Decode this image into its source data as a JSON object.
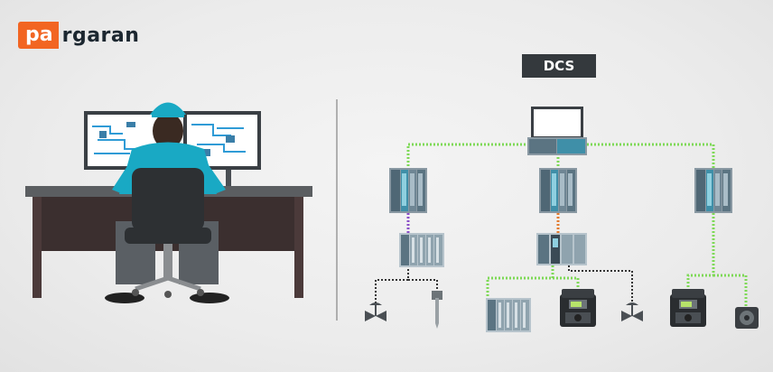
{
  "logo": {
    "prefix": "pa",
    "rest": "rgaran"
  },
  "diagram": {
    "title": "DCS"
  },
  "colors": {
    "brand_orange": "#f26522",
    "fieldbus_green": "#7ed957",
    "link_purple": "#8a4fc8",
    "link_orange": "#e37b2f",
    "field_cable": "#333333",
    "operator_shirt": "#19a9c4",
    "desk": "#3b2f2f",
    "label_bg": "#34393d"
  }
}
